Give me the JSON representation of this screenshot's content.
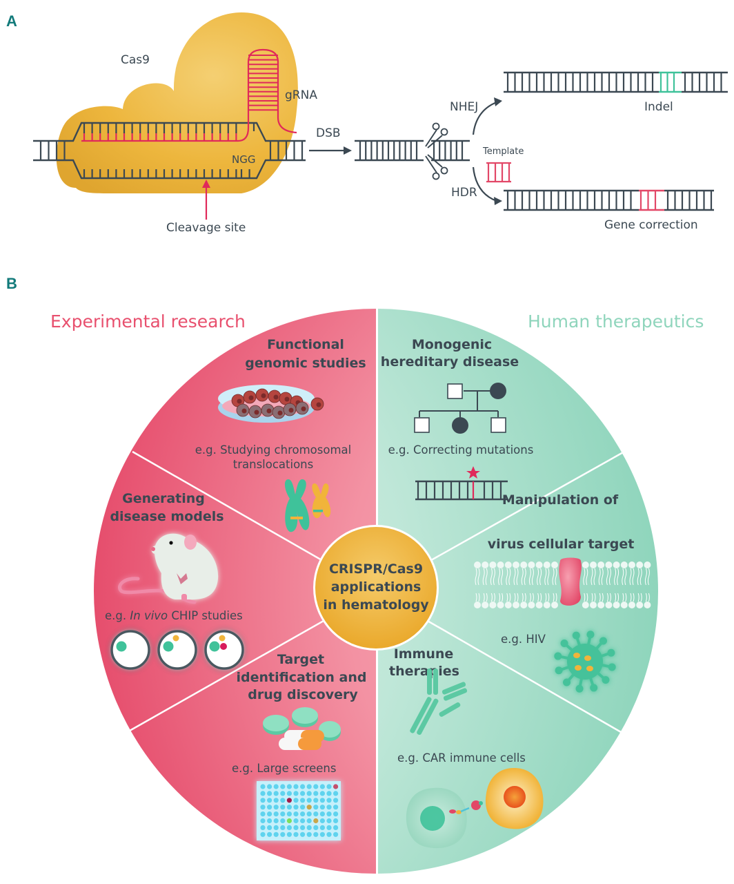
{
  "panel_a": {
    "letter": "A",
    "labels": {
      "cas9": "Cas9",
      "grna": "gRNA",
      "ngg": "NGG",
      "cleavage_site": "Cleavage site",
      "dsb": "DSB",
      "nhej": "NHEJ",
      "hdr": "HDR",
      "template": "Template",
      "indel": "Indel",
      "gene_correction": "Gene correction"
    },
    "icons": [
      "cas9-protein-shape",
      "dna-double-strand",
      "grna-hairpin",
      "scissors-icon",
      "arrow-right-icon"
    ]
  },
  "panel_b": {
    "letter": "B",
    "left_title": "Experimental research",
    "right_title": "Human therapeutics",
    "center": {
      "line1": "CRISPR/Cas9",
      "line2": "applications",
      "line3": "in hematology"
    },
    "left_sections": [
      {
        "heading": [
          "Functional",
          "genomic studies"
        ],
        "example": [
          "e.g. Studying chromosomal",
          "translocations"
        ],
        "icons": [
          "petri-dish-icon",
          "chromosome-icon"
        ]
      },
      {
        "heading": [
          "Generating",
          "disease models"
        ],
        "example_prefix": "e.g. ",
        "example_italic": "In vivo",
        "example_suffix": " CHIP studies",
        "icons": [
          "mouse-icon",
          "cell-clone-icon"
        ]
      },
      {
        "heading": [
          "Target",
          "identification and",
          "drug discovery"
        ],
        "example": [
          "e.g.  Large screens"
        ],
        "icons": [
          "pills-icon",
          "well-plate-icon"
        ]
      }
    ],
    "right_sections": [
      {
        "heading": [
          "Monogenic",
          "hereditary disease"
        ],
        "example": [
          "e.g. Correcting mutations"
        ],
        "icons": [
          "pedigree-icon",
          "dna-mutation-icon"
        ]
      },
      {
        "heading": [
          "Manipulation of",
          "virus cellular target"
        ],
        "example": [
          "e.g. HIV"
        ],
        "icons": [
          "cell-membrane-receptor-icon",
          "virus-icon"
        ]
      },
      {
        "heading": [
          "Immune",
          "therapies"
        ],
        "example": [
          "e.g.  CAR immune cells"
        ],
        "icons": [
          "antibody-icon",
          "car-t-cell-icon"
        ]
      }
    ],
    "colors": {
      "research": "#e8506e",
      "therapeutics": "#8fd5bc",
      "center": "#f1b53a",
      "text": "#3b4852",
      "accent_teal": "#127a7a"
    }
  }
}
